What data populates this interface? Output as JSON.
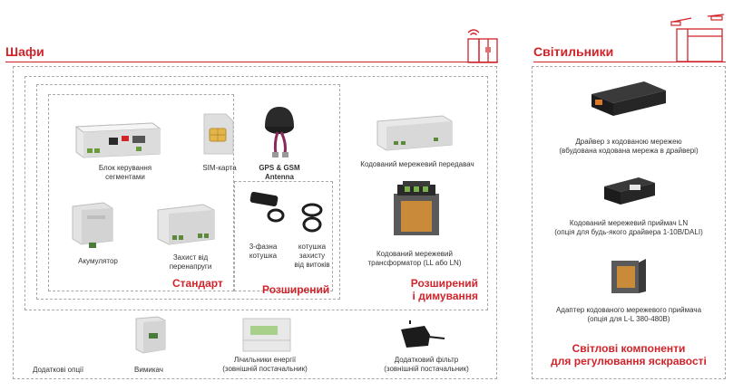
{
  "cabinets": {
    "title": "Шафи",
    "standard_label": "Стандарт",
    "extended_label": "Розширений",
    "extended_dimming_label_1": "Розширений",
    "extended_dimming_label_2": "і димування",
    "items": {
      "segment_controller": [
        "Блок керування",
        "сегментами"
      ],
      "sim_card": "SIM-карта",
      "antenna": [
        "GPS & GSM",
        "Antenna"
      ],
      "battery": "Акумулятор",
      "surge_protection": [
        "Захист від",
        "перенапруги"
      ],
      "three_phase_coil": [
        "3-фазна",
        "котушка"
      ],
      "protection_coil": [
        "котушка",
        "захисту",
        "від витоків"
      ],
      "transmitter": "Кодований мережевий передавач",
      "transformer": [
        "Кодований мережевий",
        "трансформатор (LL або LN)"
      ]
    },
    "options": {
      "label": "Додаткові опції",
      "switch": "Вимикач",
      "meters": [
        "Лічильники енергії",
        "(зовнішній постачальник)"
      ],
      "filter": [
        "Додатковий фільтр",
        "(зовнішній постачальник)"
      ]
    }
  },
  "luminaires": {
    "title": "Світильники",
    "items": {
      "driver": [
        "Драйвер з кодованою мережею",
        "(вбудована кодована мережа в драйвері)"
      ],
      "receiver_ln": [
        "Кодований мережевий приймач LN",
        "(опція для будь-якого драйвера 1-10В/DALI)"
      ],
      "adapter": [
        "Адаптер кодованого мережевого приймача",
        "(опція для L-L 380-480В)"
      ]
    },
    "footer_1": "Світлові компоненти",
    "footer_2": "для регулювання яскравості"
  },
  "colors": {
    "accent": "#d1232a",
    "dash": "#a8a8a8",
    "text": "#333333"
  }
}
